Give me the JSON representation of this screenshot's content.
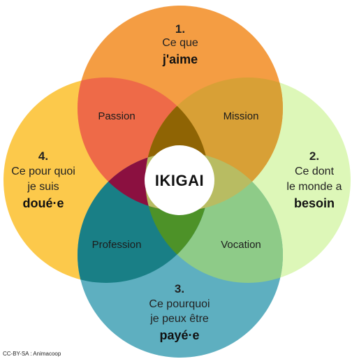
{
  "circles": {
    "top": {
      "number": "1.",
      "lines": [
        "Ce que"
      ],
      "emphasis": "j'aime",
      "color": "#F49D43"
    },
    "right": {
      "number": "2.",
      "lines": [
        "Ce dont",
        "le monde a"
      ],
      "emphasis": "besoin",
      "color": "#DDF7B8"
    },
    "bottom": {
      "number": "3.",
      "lines": [
        "Ce pourquoi",
        "je peux être"
      ],
      "emphasis": "payé·e",
      "color": "#5EAFC0"
    },
    "left": {
      "number": "4.",
      "lines": [
        "Ce pour quoi",
        "je suis"
      ],
      "emphasis": "doué·e",
      "color": "#FCC94B"
    }
  },
  "overlaps": {
    "passion": {
      "label": "Passion",
      "color": "#EE6A48"
    },
    "mission": {
      "label": "Mission",
      "color": "#D8A036"
    },
    "vocation": {
      "label": "Vocation",
      "color": "#8ECB88"
    },
    "profession": {
      "label": "Profession",
      "color": "#197F86"
    }
  },
  "triple_colors": {
    "top": "#8F6404",
    "right": "#B8BC62",
    "bottom": "#4D9228",
    "left": "#8B1040"
  },
  "center": {
    "label": "IKIGAI",
    "color": "#FFFFFF"
  },
  "credit": "CC-BY-SA : Animacoop"
}
